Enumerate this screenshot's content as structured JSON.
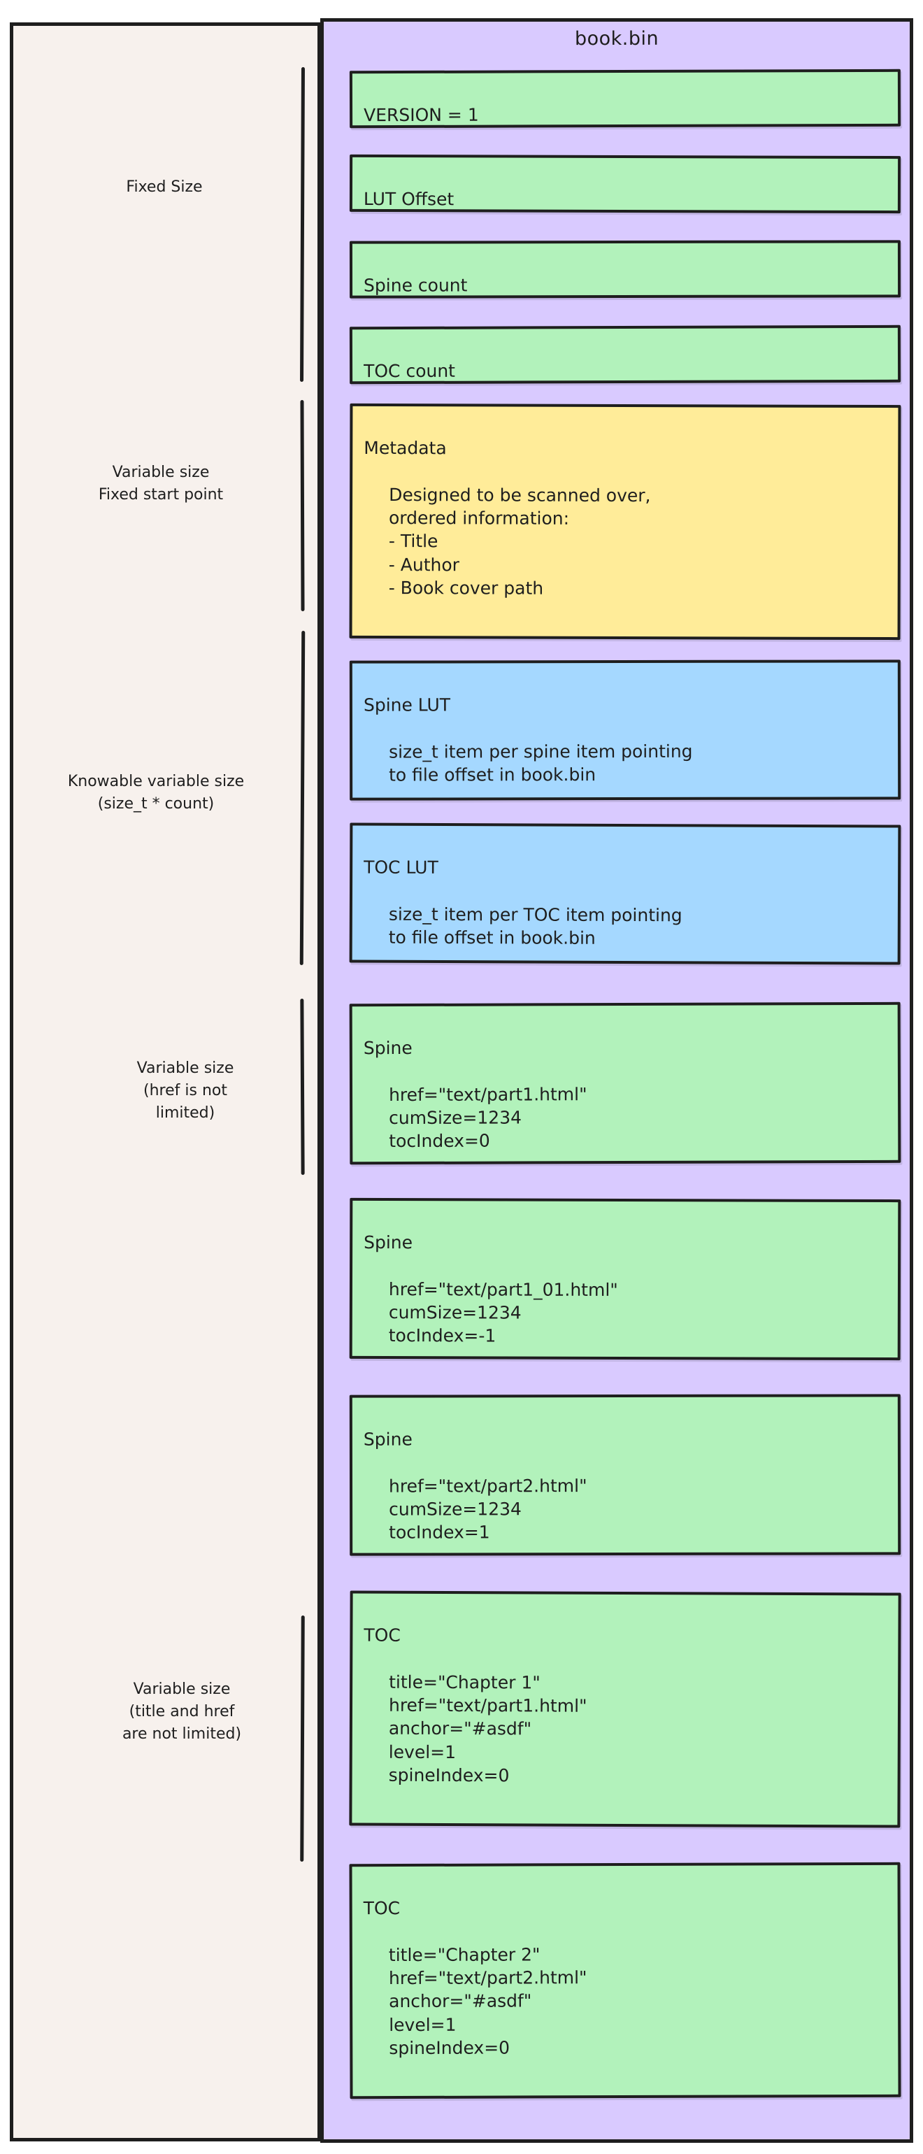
{
  "title": "book.bin",
  "left_sections": [
    {
      "id": "fixed-size",
      "label": "Fixed Size"
    },
    {
      "id": "variable-fixed-start",
      "label": "Variable size\nFixed start point"
    },
    {
      "id": "knowable-variable",
      "label": "Knowable variable size\n(size_t * count)"
    },
    {
      "id": "variable-href",
      "label": "Variable size\n(href is not\nlimited)"
    },
    {
      "id": "variable-title-href",
      "label": "Variable size\n(title and href\nare not limited)"
    }
  ],
  "boxes": [
    {
      "id": "version",
      "color": "green",
      "header": "VERSION = 1",
      "body": ""
    },
    {
      "id": "lut-offset",
      "color": "green",
      "header": "LUT Offset",
      "body": ""
    },
    {
      "id": "spine-count",
      "color": "green",
      "header": "Spine count",
      "body": ""
    },
    {
      "id": "toc-count",
      "color": "green",
      "header": "TOC count",
      "body": ""
    },
    {
      "id": "metadata",
      "color": "yellow",
      "header": "Metadata",
      "body": "Designed to be scanned over,\nordered information:\n   - Title\n   - Author\n   - Book cover path"
    },
    {
      "id": "spine-lut",
      "color": "blue",
      "header": "Spine LUT",
      "body": "size_t item per spine item pointing\nto file offset in book.bin"
    },
    {
      "id": "toc-lut",
      "color": "blue",
      "header": "TOC LUT",
      "body": "size_t item per TOC item pointing\nto file offset in book.bin"
    },
    {
      "id": "spine-1",
      "color": "green",
      "header": "Spine",
      "body": "href=\"text/part1.html\"\ncumSize=1234\ntocIndex=0"
    },
    {
      "id": "spine-2",
      "color": "green",
      "header": "Spine",
      "body": "href=\"text/part1_01.html\"\ncumSize=1234\ntocIndex=-1"
    },
    {
      "id": "spine-3",
      "color": "green",
      "header": "Spine",
      "body": "href=\"text/part2.html\"\ncumSize=1234\ntocIndex=1"
    },
    {
      "id": "toc-1",
      "color": "green",
      "header": "TOC",
      "body": "title=\"Chapter 1\"\nhref=\"text/part1.html\"\nanchor=\"#asdf\"\nlevel=1\nspineIndex=0"
    },
    {
      "id": "toc-2",
      "color": "green",
      "header": "TOC",
      "body": "title=\"Chapter 2\"\nhref=\"text/part2.html\"\nanchor=\"#asdf\"\nlevel=1\nspineIndex=0"
    }
  ],
  "colors": {
    "background": "#ffffff",
    "left_panel": "#f7f1ed",
    "right_panel": "#d9caff",
    "stroke": "#1e1e1e",
    "green": "#b2f2bb",
    "yellow": "#ffec99",
    "blue": "#a5d8ff"
  }
}
